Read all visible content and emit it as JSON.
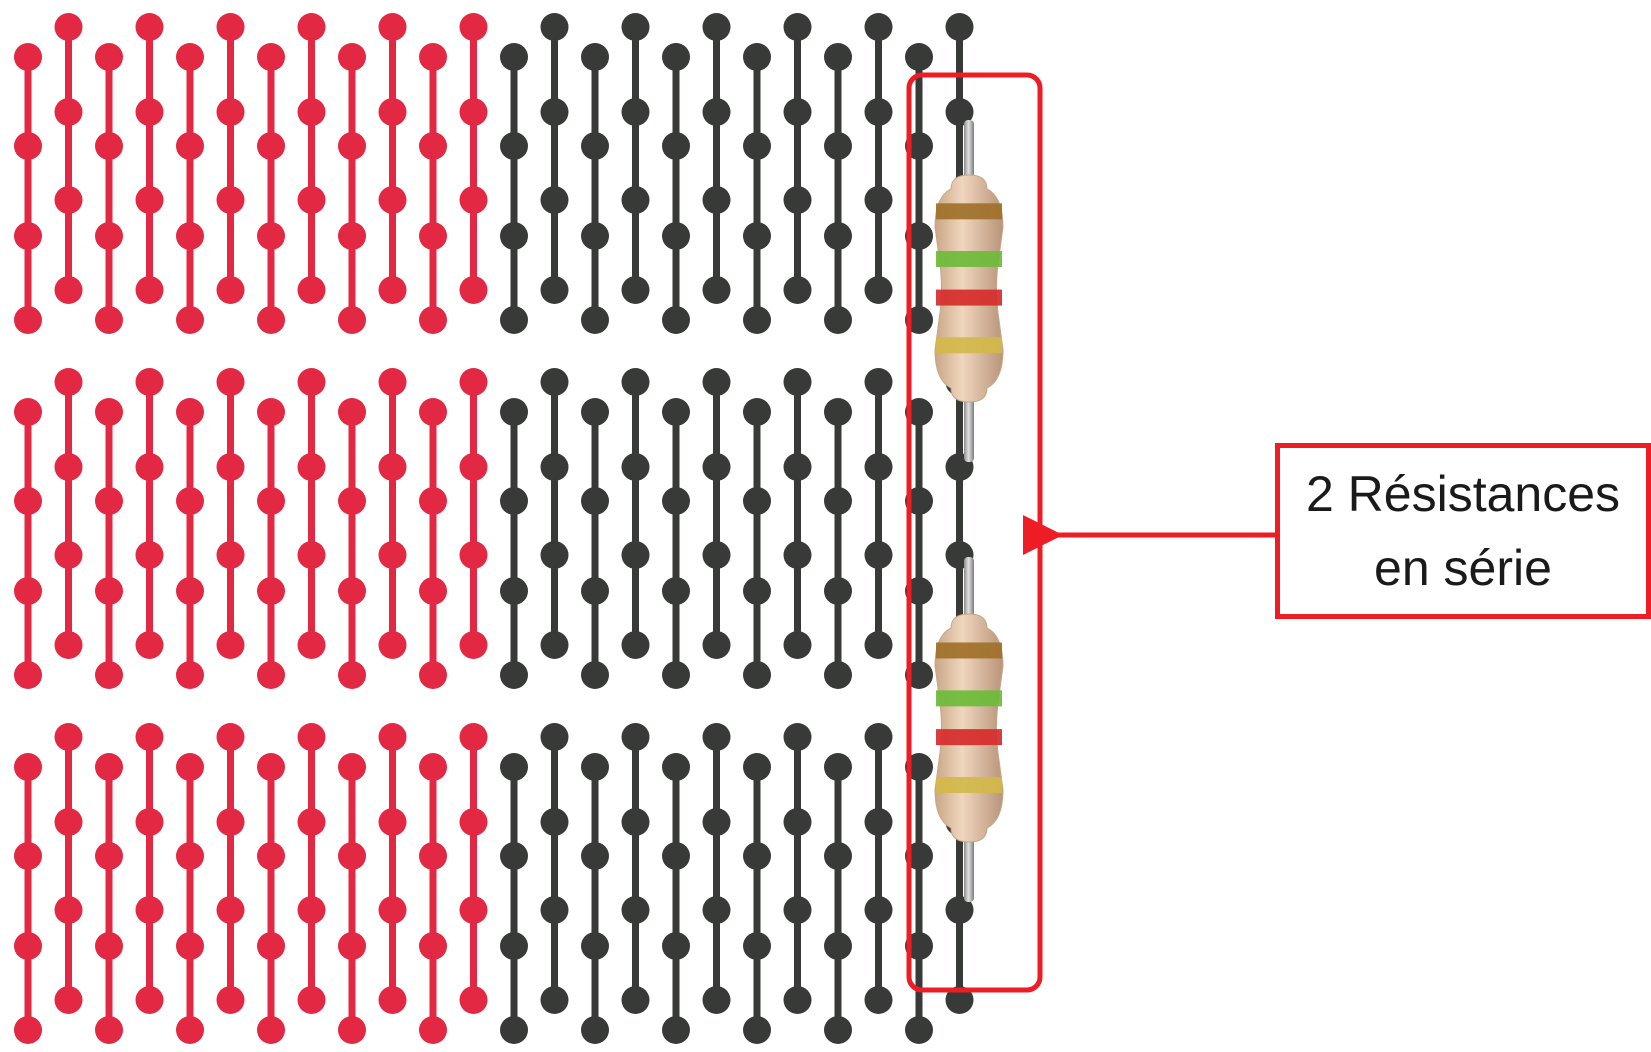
{
  "colors": {
    "red_strips": "#e22843",
    "dark_strips": "#383a38",
    "highlight": "#ee1c25",
    "resistor_body": "#e3c2a4",
    "resistor_lead": "#9a9a9a",
    "band_brown": "#a0702a",
    "band_green": "#6dbb3a",
    "band_red": "#d62b2b",
    "band_gold": "#d2b84a"
  },
  "annotation": {
    "line1": "2 Résistances",
    "line2": "en série"
  },
  "resistors": [
    {
      "name": "resistor-top",
      "bands": [
        "brown",
        "green",
        "red",
        "gold"
      ]
    },
    {
      "name": "resistor-bottom",
      "bands": [
        "brown",
        "green",
        "red",
        "gold"
      ]
    }
  ],
  "strip_board": {
    "rows": 3,
    "red_columns": 12,
    "dark_columns": 12
  }
}
